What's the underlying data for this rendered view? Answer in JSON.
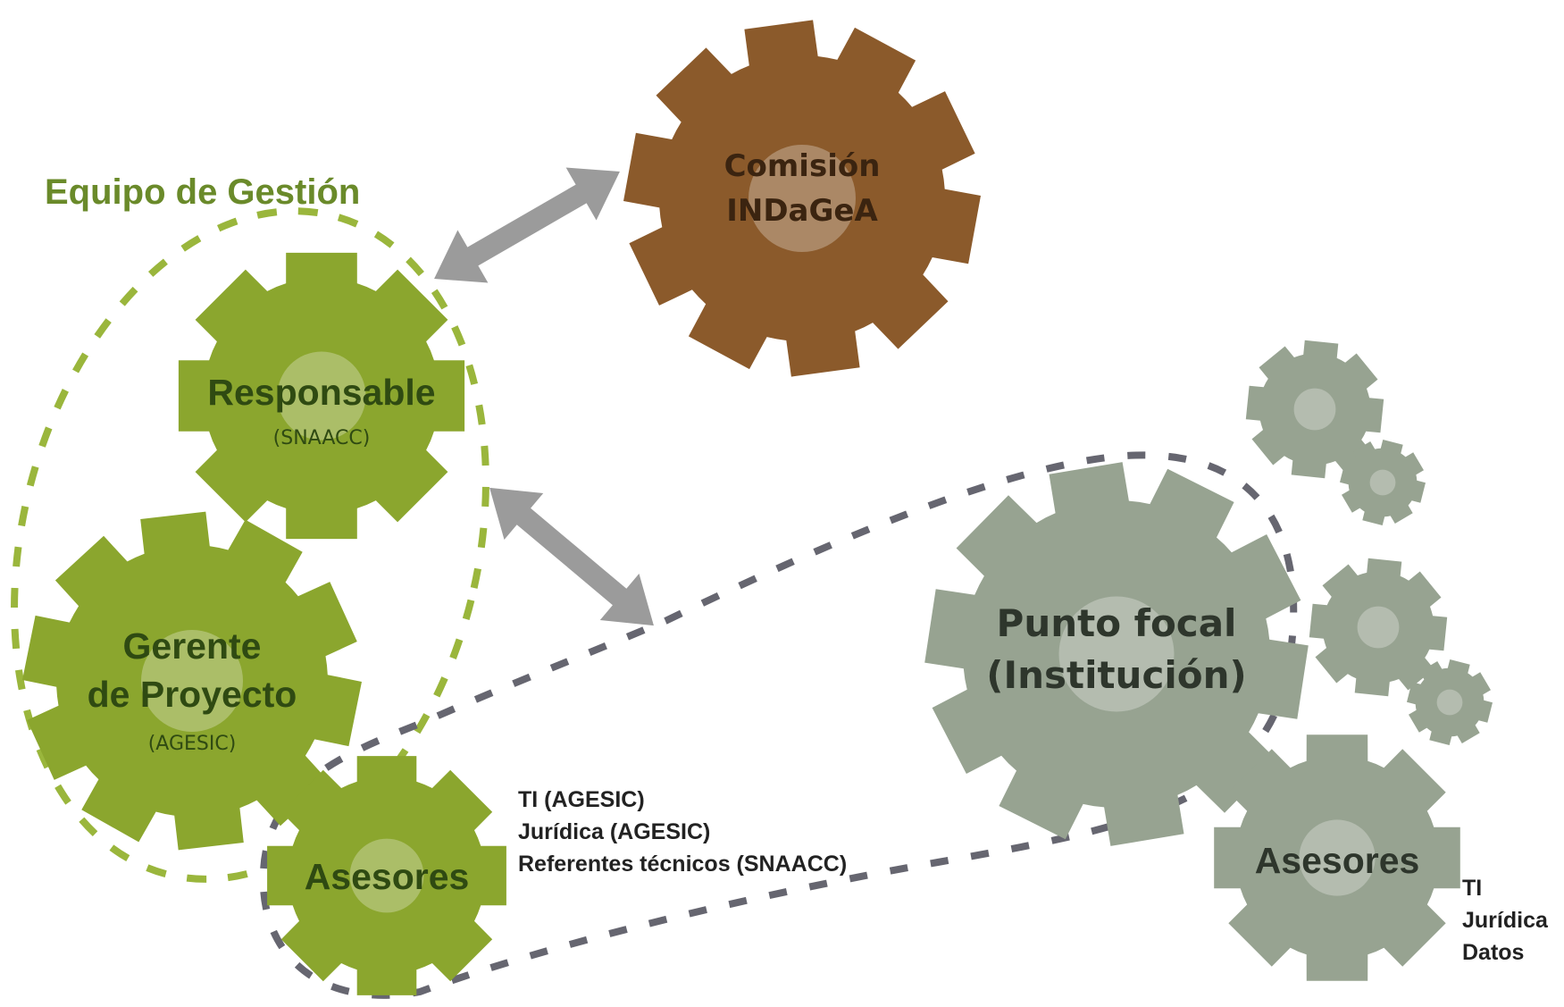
{
  "colors": {
    "green_gear": "#8ba62e",
    "green_dash": "#9ab63c",
    "green_text": "#2f4a12",
    "title_green": "#6a8a2a",
    "brown_gear": "#8b5a2b",
    "brown_text": "#3b2410",
    "grey_gear": "#97a391",
    "grey_text": "#2e362c",
    "arrow": "#9b9b9b",
    "grey_dash": "#666670"
  },
  "group_title": "Equipo de Gestión",
  "commission": {
    "line1": "Comisión",
    "line2": "INDaGeA"
  },
  "responsable": {
    "label": "Responsable",
    "sub": "(SNAACC)"
  },
  "gerente": {
    "line1": "Gerente",
    "line2": "de Proyecto",
    "sub": "(AGESIC)"
  },
  "asesores_left": {
    "label": "Asesores"
  },
  "asesores_left_notes": [
    "TI (AGESIC)",
    "Jurídica (AGESIC)",
    "Referentes técnicos (SNAACC)"
  ],
  "punto_focal": {
    "line1": "Punto focal",
    "line2": "(Institución)"
  },
  "asesores_right": {
    "label": "Asesores"
  },
  "asesores_right_notes": [
    "TI",
    "Jurídica",
    "Datos"
  ]
}
